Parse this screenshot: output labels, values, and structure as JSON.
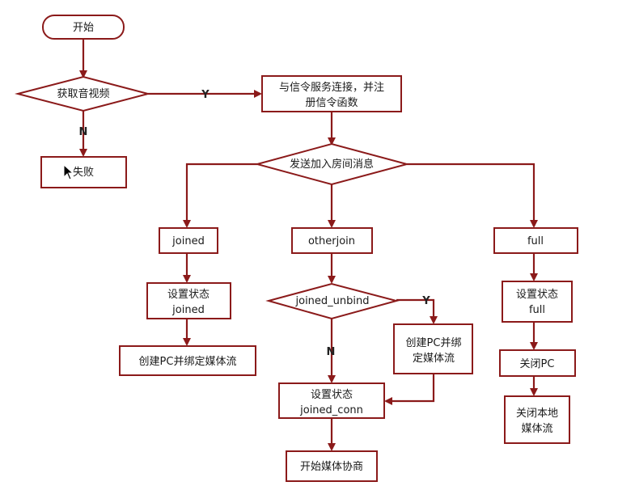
{
  "colors": {
    "stroke": "#8b1a1a",
    "text": "#1a1a1a",
    "background": "#ffffff"
  },
  "nodes": {
    "start": "开始",
    "get_media": "获取音视频",
    "fail": "失败",
    "connect_signal": [
      "与信令服务连接，并注",
      "册信令函数"
    ],
    "send_join": "发送加入房间消息",
    "joined": "joined",
    "otherjoin": "otherjoin",
    "full": "full",
    "set_joined": [
      "设置状态",
      "joined"
    ],
    "create_pc_left": "创建PC并绑定媒体流",
    "joined_unbind": "joined_unbind",
    "create_pc_mid": [
      "创建PC并绑",
      "定媒体流"
    ],
    "set_joined_conn": [
      "设置状态",
      "joined_conn"
    ],
    "start_negotiation": "开始媒体协商",
    "set_full": [
      "设置状态",
      "full"
    ],
    "close_pc": "关闭PC",
    "close_local": [
      "关闭本地",
      "媒体流"
    ]
  },
  "edge_labels": {
    "yes_main": "Y",
    "no_main": "N",
    "yes_unbind": "Y",
    "no_unbind": "N"
  },
  "icons": {
    "cursor": "cursor-arrow-icon"
  }
}
